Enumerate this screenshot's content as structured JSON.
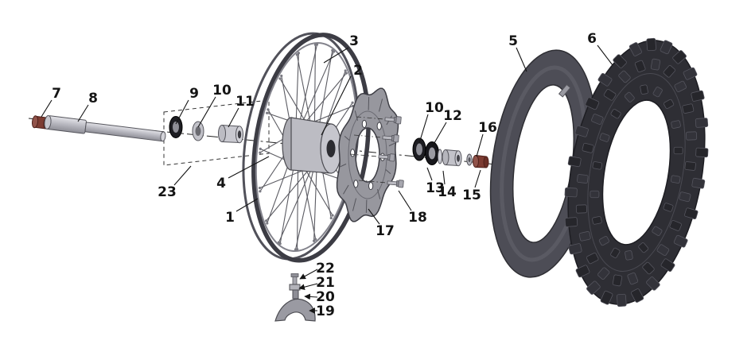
{
  "diagram": {
    "kind": "exploded-parts-diagram",
    "subject": "front-wheel-assembly",
    "background_color": "#ffffff",
    "line_color": "#1a1a1a",
    "metal_color": "#c2c2c9",
    "dark_rubber_color": "#2e2e34",
    "tube_color": "#4d4d56",
    "accent_red": "#7d3c32",
    "callouts": [
      {
        "num": "3"
      },
      {
        "num": "5"
      },
      {
        "num": "6"
      },
      {
        "num": "7"
      },
      {
        "num": "8"
      },
      {
        "num": "9"
      },
      {
        "num": "10"
      },
      {
        "num": "11"
      },
      {
        "num": "2"
      },
      {
        "num": "10"
      },
      {
        "num": "12"
      },
      {
        "num": "16"
      },
      {
        "num": "13"
      },
      {
        "num": "14"
      },
      {
        "num": "15"
      },
      {
        "num": "23"
      },
      {
        "num": "4"
      },
      {
        "num": "1"
      },
      {
        "num": "17"
      },
      {
        "num": "18"
      },
      {
        "num": "22"
      },
      {
        "num": "21"
      },
      {
        "num": "20"
      },
      {
        "num": "19"
      }
    ]
  }
}
